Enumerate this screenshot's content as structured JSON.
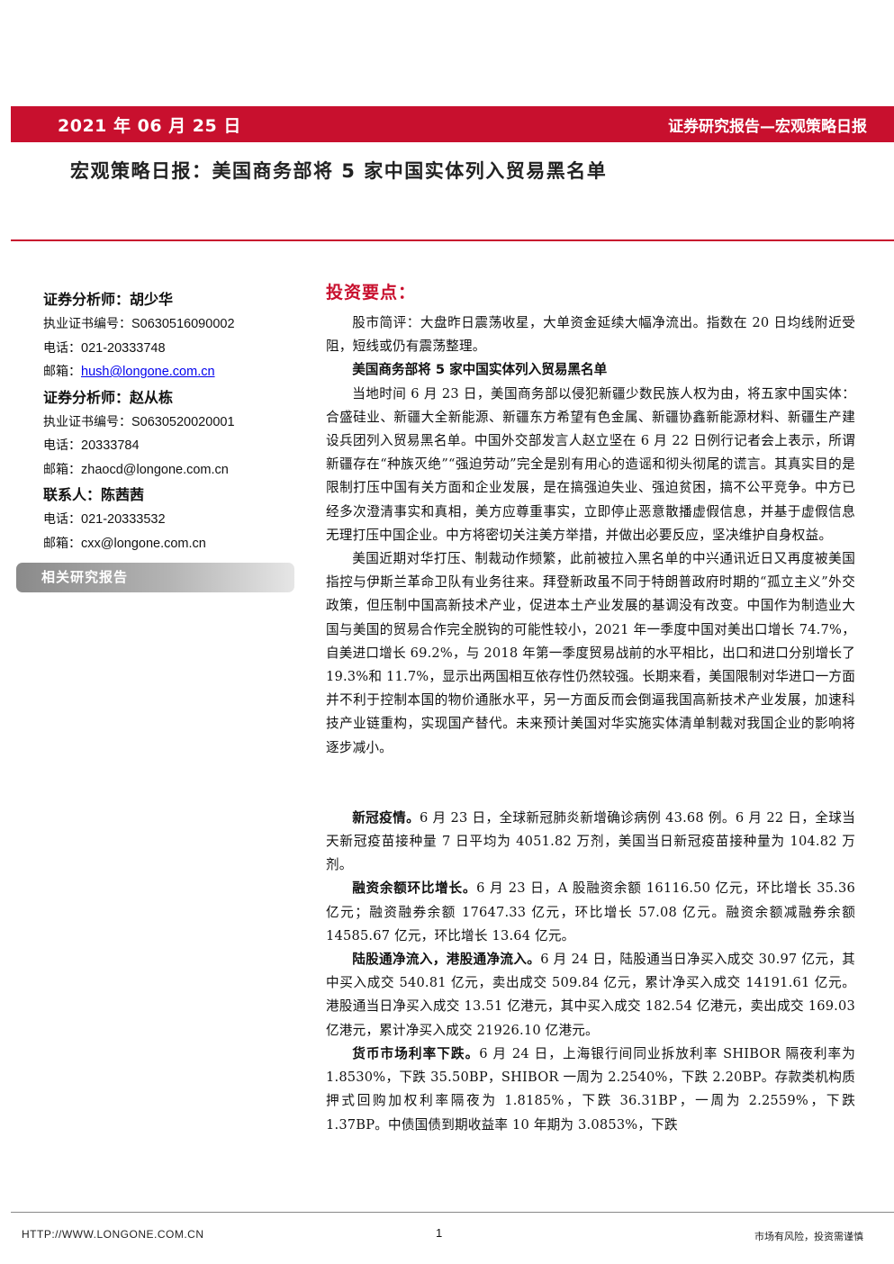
{
  "header": {
    "date": "2021 年 06 月 25 日",
    "series": "证券研究报告—宏观策略日报",
    "title": "宏观策略日报：美国商务部将 5 家中国实体列入贸易黑名单"
  },
  "sidebar": {
    "analysts": [
      {
        "role_name": "证券分析师：胡少华",
        "cert_label": "执业证书编号：",
        "cert": "S0630516090002",
        "phone_label": "电话：",
        "phone": "021-20333748",
        "email_label": "邮箱：",
        "email": "hush@longone.com.cn"
      },
      {
        "role_name": "证券分析师：赵从栋",
        "cert_label": "执业证书编号：",
        "cert": "S0630520020001",
        "phone_label": "电话：",
        "phone": "20333784",
        "email_label": "邮箱：",
        "email": "zhaocd@longone.com.cn"
      }
    ],
    "contact": {
      "role_name": "联系人：陈茜茜",
      "phone_label": "电话：",
      "phone": "021-20333532",
      "email_label": "邮箱：",
      "email": "cxx@longone.com.cn"
    },
    "related_reports_label": "相关研究报告"
  },
  "main": {
    "section_heading": "投资要点：",
    "p_market": "股市简评：大盘昨日震荡收星，大单资金延续大幅净流出。指数在 20 日均线附近受阻，短线或仍有震荡整理。",
    "subheading": "美国商务部将 5 家中国实体列入贸易黑名单",
    "p_news1": "当地时间 6 月 23 日，美国商务部以侵犯新疆少数民族人权为由，将五家中国实体：合盛硅业、新疆大全新能源、新疆东方希望有色金属、新疆协鑫新能源材料、新疆生产建设兵团列入贸易黑名单。中国外交部发言人赵立坚在 6 月 22 日例行记者会上表示，所谓新疆存在“种族灭绝”“强迫劳动”完全是别有用心的造谣和彻头彻尾的谎言。其真实目的是限制打压中国有关方面和企业发展，是在搞强迫失业、强迫贫困，搞不公平竞争。中方已经多次澄清事实和真相，美方应尊重事实，立即停止恶意散播虚假信息，并基于虚假信息无理打压中国企业。中方将密切关注美方举措，并做出必要反应，坚决维护自身权益。",
    "p_news2": "美国近期对华打压、制裁动作频繁，此前被拉入黑名单的中兴通讯近日又再度被美国指控与伊斯兰革命卫队有业务往来。拜登新政虽不同于特朗普政府时期的“孤立主义”外交政策，但压制中国高新技术产业，促进本土产业发展的基调没有改变。中国作为制造业大国与美国的贸易合作完全脱钩的可能性较小，2021 年一季度中国对美出口增长 74.7%，自美进口增长 69.2%，与 2018 年第一季度贸易战前的水平相比，出口和进口分别增长了 19.3%和 11.7%，显示出两国相互依存性仍然较强。长期来看，美国限制对华进口一方面并不利于控制本国的物价通胀水平，另一方面反而会倒逼我国高新技术产业发展，加速科技产业链重构，实现国产替代。未来预计美国对华实施实体清单制裁对我国企业的影响将逐步减小。",
    "covid_title": "新冠疫情。",
    "covid_text": "6 月 23 日，全球新冠肺炎新增确诊病例 43.68 例。6 月 22 日，全球当天新冠疫苗接种量 7 日平均为 4051.82 万剂，美国当日新冠疫苗接种量为 104.82 万剂。",
    "margin_title": "融资余额环比增长。",
    "margin_text": "6 月 23 日，A 股融资余额 16116.50 亿元，环比增长 35.36 亿元；融资融券余额 17647.33 亿元，环比增长 57.08 亿元。融资余额减融券余额 14585.67 亿元，环比增长 13.64 亿元。",
    "connect_title": "陆股通净流入，港股通净流入。",
    "connect_text": "6 月 24 日，陆股通当日净买入成交 30.97 亿元，其中买入成交 540.81 亿元，卖出成交 509.84 亿元，累计净买入成交 14191.61 亿元。港股通当日净买入成交 13.51 亿港元，其中买入成交 182.54 亿港元，卖出成交 169.03 亿港元，累计净买入成交 21926.10 亿港元。",
    "money_title": "货币市场利率下跌。",
    "money_text": "6 月 24 日，上海银行间同业拆放利率 SHIBOR 隔夜利率为 1.8530%，下跌 35.50BP，SHIBOR 一周为 2.2540%，下跌 2.20BP。存款类机构质押式回购加权利率隔夜为 1.8185%，下跌 36.31BP，一周为 2.2559%，下跌 1.37BP。中债国债到期收益率 10 年期为 3.0853%，下跌"
  },
  "footer": {
    "url": "HTTP://WWW.LONGONE.COM.CN",
    "page": "1",
    "disclaimer": "市场有风险，投资需谨慎"
  },
  "colors": {
    "brand_red": "#c8102e",
    "link_blue": "#0000ee"
  }
}
